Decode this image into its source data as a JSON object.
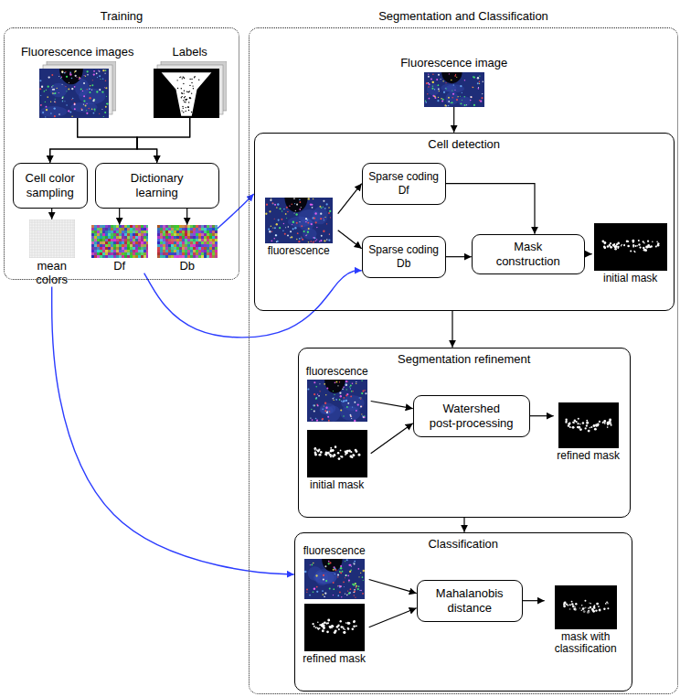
{
  "diagram": {
    "nodes": [
      {
        "text": [
          "Training"
        ]
      },
      {
        "text": [
          "Fluorescence images"
        ],
        "in": 0
      },
      {
        "text": [
          "Labels"
        ],
        "in": 0
      },
      {
        "text": [
          "Cell color sampling"
        ],
        "in": 0
      },
      {
        "text": [
          "Dictionary learning"
        ],
        "in": 0
      },
      {
        "text": [
          "mean colors"
        ],
        "in": 0
      },
      {
        "text": [
          "Df"
        ],
        "in": 0
      },
      {
        "text": [
          "Db"
        ],
        "in": 0
      },
      {
        "text": [
          "Segmentation and Classification"
        ]
      },
      {
        "text": [
          "Fluorescence image"
        ],
        "in": 8
      },
      {
        "text": [
          "Cell detection"
        ],
        "in": 8
      },
      {
        "text": [
          "fluorescence"
        ],
        "in": 10
      },
      {
        "text": [
          "Sparse coding Df"
        ],
        "in": 10
      },
      {
        "text": [
          "Sparse coding Db"
        ],
        "in": 10
      },
      {
        "text": [
          "Mask construction"
        ],
        "in": 10
      },
      {
        "text": [
          "initial mask"
        ],
        "in": 10
      },
      {
        "text": [
          "Segmentation refinement"
        ],
        "in": 8
      },
      {
        "text": [
          "fluorescence"
        ],
        "in": 16
      },
      {
        "text": [
          "initial mask"
        ],
        "in": 16
      },
      {
        "text": [
          "Watershed post-processing"
        ],
        "in": 16
      },
      {
        "text": [
          "refined mask"
        ],
        "in": 16
      },
      {
        "text": [
          "Classification"
        ],
        "in": 8
      },
      {
        "text": [
          "fluorescence"
        ],
        "in": 21
      },
      {
        "text": [
          "refined mask"
        ],
        "in": 21
      },
      {
        "text": [
          "Mahalanobis distance"
        ],
        "in": 21
      },
      {
        "text": [
          "mask with classification"
        ],
        "in": 21
      }
    ],
    "edges": [
      {
        "from": 1,
        "to": 3,
        "arrow": "to"
      },
      {
        "from": 1,
        "to": 4,
        "arrow": "to"
      },
      {
        "from": 2,
        "to": 3,
        "arrow": "to"
      },
      {
        "from": 2,
        "to": 4,
        "arrow": "to"
      },
      {
        "from": 3,
        "to": 5,
        "arrow": "to"
      },
      {
        "from": 4,
        "to": 6,
        "arrow": "to"
      },
      {
        "from": 4,
        "to": 7,
        "arrow": "to"
      },
      {
        "from": 6,
        "to": 13,
        "arrow": "to"
      },
      {
        "from": 7,
        "to": 10,
        "arrow": "to"
      },
      {
        "from": 5,
        "to": 21,
        "arrow": "to"
      },
      {
        "from": 9,
        "to": 10,
        "arrow": "to"
      },
      {
        "from": 11,
        "to": 12,
        "arrow": "to"
      },
      {
        "from": 11,
        "to": 13,
        "arrow": "to"
      },
      {
        "from": 12,
        "to": 14,
        "arrow": "to"
      },
      {
        "from": 13,
        "to": 14,
        "arrow": "to"
      },
      {
        "from": 14,
        "to": 15,
        "arrow": "to"
      },
      {
        "from": 10,
        "to": 16,
        "arrow": "to"
      },
      {
        "from": 16,
        "to": 21,
        "arrow": "to"
      },
      {
        "from": 17,
        "to": 19,
        "arrow": "to"
      },
      {
        "from": 18,
        "to": 19,
        "arrow": "to"
      },
      {
        "from": 19,
        "to": 20,
        "arrow": "to"
      },
      {
        "from": 22,
        "to": 24,
        "arrow": "to"
      },
      {
        "from": 23,
        "to": 24,
        "arrow": "to"
      },
      {
        "from": 24,
        "to": 25,
        "arrow": "to"
      }
    ]
  }
}
